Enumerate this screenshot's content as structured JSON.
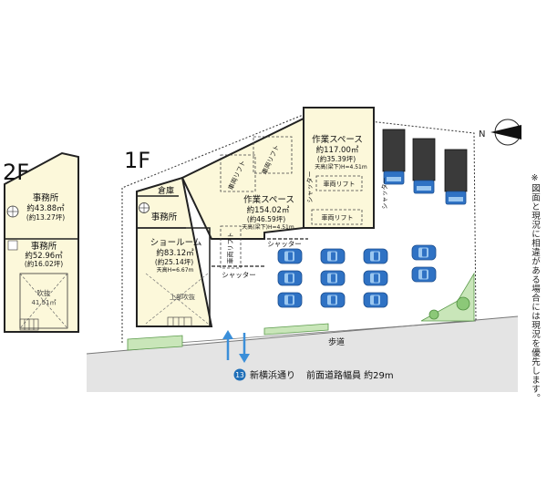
{
  "labels": {
    "floor_2f": "2F",
    "floor_1f": "1F",
    "north": "N",
    "note_vertical": "※図面と現況に相違がある場合には現況を優先します。"
  },
  "floor2": {
    "office_top_name": "事務所",
    "office_top_area": "約43.88㎡",
    "office_top_tsubo": "(約13.27坪)",
    "office_bottom_name": "事務所",
    "office_bottom_area": "約52.96㎡",
    "office_bottom_tsubo": "(約16.02坪)",
    "void_name": "吹抜",
    "void_area": "41.51㎡"
  },
  "floor1": {
    "storage": "倉庫",
    "office": "事務所",
    "showroom_name": "ショールーム",
    "showroom_area": "約83.12㎡",
    "showroom_tsubo": "(約25.14坪)",
    "showroom_ceiling": "天高H=6.67m",
    "upper_void": "上部吹抜",
    "work_a_name": "作業スペース",
    "work_a_area": "約154.02㎡",
    "work_a_tsubo": "(約46.59坪)",
    "work_a_ceiling": "天高(梁下)H=4.51m",
    "work_b_name": "作業スペース",
    "work_b_area": "約117.00㎡",
    "work_b_tsubo": "(約35.39坪)",
    "work_b_ceiling": "天高(梁下)H=4.51m",
    "lift_1": "車両リフト",
    "lift_2": "車両リフト",
    "lift_3": "車両リフト",
    "lift_4": "車両リフト",
    "lift_5": "車両リフト",
    "shutter_1": "シャッター",
    "shutter_2": "シャッター",
    "shutter_3": "シャッター",
    "shutter_4": "シャッター"
  },
  "road": {
    "sidewalk": "歩道",
    "route_number": "13",
    "road_name": "新横浜通り",
    "road_width": "前面道路幅員 約29m"
  },
  "colors": {
    "room_fill": "#fcf8da",
    "road_fill": "#e4e4e4",
    "car_blue": "#2f72c4",
    "truck_dark": "#3a3a3a",
    "green": "#c9e6b9",
    "arrow_blue": "#3b8fd9",
    "route_badge": "#1f6fb8"
  }
}
